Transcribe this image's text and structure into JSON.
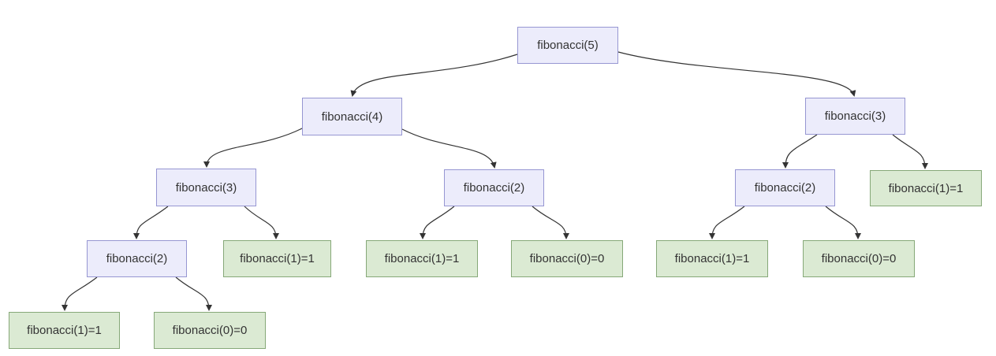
{
  "diagram": {
    "kind": "recursion-tree",
    "function_name": "fibonacci",
    "colors": {
      "call_node_fill": "#ececfb",
      "call_node_border": "#9696d2",
      "base_node_fill": "#dbead3",
      "base_node_border": "#86a878",
      "edge_stroke": "#333333",
      "text": "#333333",
      "background": "#ffffff"
    },
    "nodes": [
      {
        "id": "fib5",
        "label": "fibonacci(5)",
        "kind": "call"
      },
      {
        "id": "fib4",
        "label": "fibonacci(4)",
        "kind": "call"
      },
      {
        "id": "fib3-right",
        "label": "fibonacci(3)",
        "kind": "call"
      },
      {
        "id": "fib3-left",
        "label": "fibonacci(3)",
        "kind": "call"
      },
      {
        "id": "fib2-mid",
        "label": "fibonacci(2)",
        "kind": "call"
      },
      {
        "id": "fib2-right",
        "label": "fibonacci(2)",
        "kind": "call"
      },
      {
        "id": "fib1-right-leaf",
        "label": "fibonacci(1)=1",
        "kind": "base"
      },
      {
        "id": "fib2-left",
        "label": "fibonacci(2)",
        "kind": "call"
      },
      {
        "id": "fib1-left-leaf",
        "label": "fibonacci(1)=1",
        "kind": "base"
      },
      {
        "id": "fib1-mid-leaf",
        "label": "fibonacci(1)=1",
        "kind": "base"
      },
      {
        "id": "fib0-mid-leaf",
        "label": "fibonacci(0)=0",
        "kind": "base"
      },
      {
        "id": "fib1-right2-leaf",
        "label": "fibonacci(1)=1",
        "kind": "base"
      },
      {
        "id": "fib0-right-leaf",
        "label": "fibonacci(0)=0",
        "kind": "base"
      },
      {
        "id": "fib1-bottom-leaf",
        "label": "fibonacci(1)=1",
        "kind": "base"
      },
      {
        "id": "fib0-bottom-leaf",
        "label": "fibonacci(0)=0",
        "kind": "base"
      }
    ],
    "edges": [
      {
        "from": "fib5",
        "to": "fib4"
      },
      {
        "from": "fib5",
        "to": "fib3-right"
      },
      {
        "from": "fib4",
        "to": "fib3-left"
      },
      {
        "from": "fib4",
        "to": "fib2-mid"
      },
      {
        "from": "fib3-left",
        "to": "fib2-left"
      },
      {
        "from": "fib3-left",
        "to": "fib1-left-leaf"
      },
      {
        "from": "fib2-mid",
        "to": "fib1-mid-leaf"
      },
      {
        "from": "fib2-mid",
        "to": "fib0-mid-leaf"
      },
      {
        "from": "fib3-right",
        "to": "fib2-right"
      },
      {
        "from": "fib3-right",
        "to": "fib1-right-leaf"
      },
      {
        "from": "fib2-right",
        "to": "fib1-right2-leaf"
      },
      {
        "from": "fib2-right",
        "to": "fib0-right-leaf"
      },
      {
        "from": "fib2-left",
        "to": "fib1-bottom-leaf"
      },
      {
        "from": "fib2-left",
        "to": "fib0-bottom-leaf"
      }
    ]
  }
}
